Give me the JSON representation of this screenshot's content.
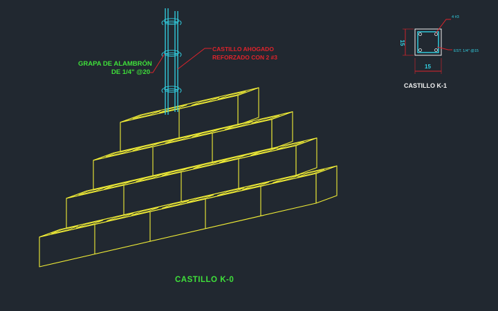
{
  "labels": {
    "grapa_line1": "GRAPA DE ALAMBRÓN",
    "grapa_line2": "DE 1/4\" @20",
    "castillo_line1": "CASTILLO AHOGADO",
    "castillo_line2": "REFORZADO CON 2 #3",
    "main_title": "CASTILLO   K-0",
    "section_title": "CASTILLO  K-1"
  },
  "section": {
    "width_label": "15",
    "height_label": "15",
    "bars_label": "4 #3",
    "stirrup_label": "EST. 1/4\" @15"
  },
  "colors": {
    "background": "#212830",
    "blocks": "#f2ee36",
    "rebar": "#33d4e6",
    "leader": "#e0232b",
    "green_text": "#3fe03a",
    "white_text": "#f2f2f2"
  }
}
